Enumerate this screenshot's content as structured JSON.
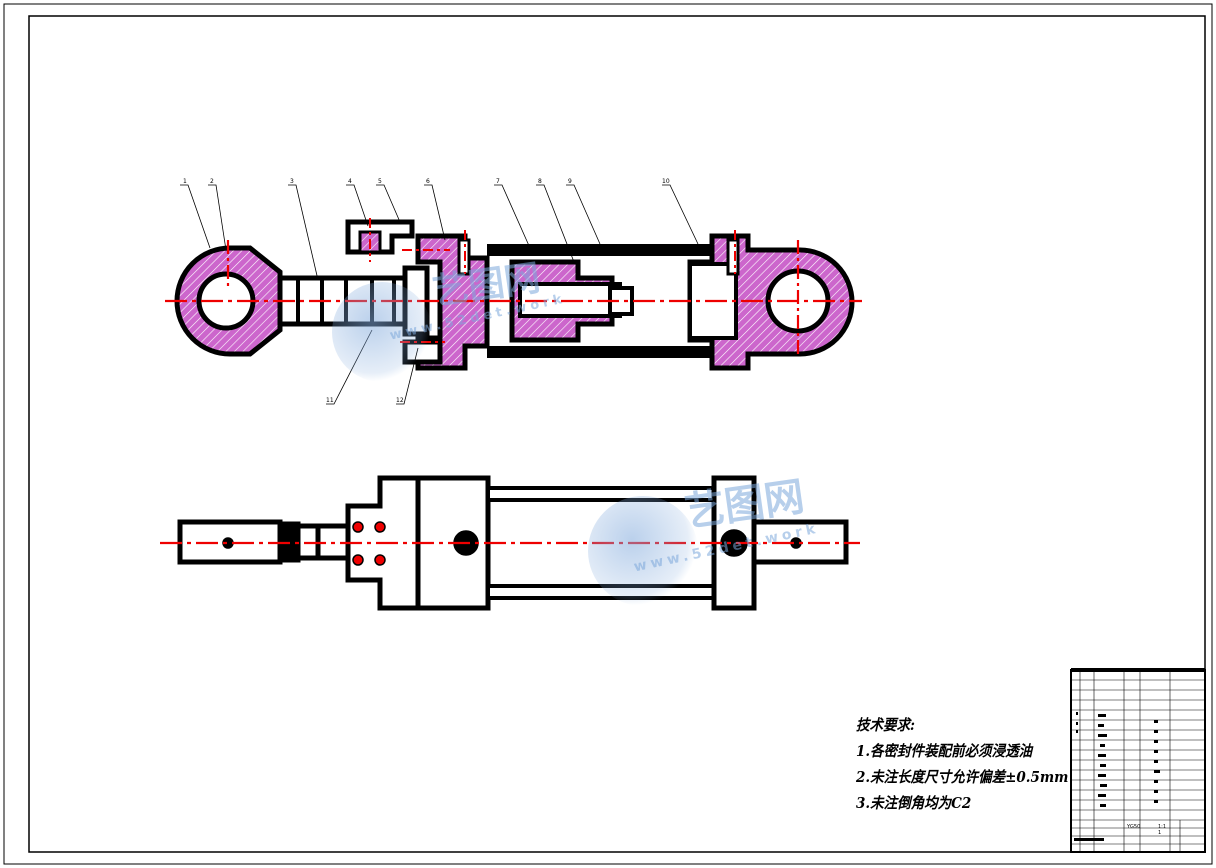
{
  "drawing": {
    "part_labels_top": [
      "1",
      "2",
      "3",
      "4",
      "5",
      "6",
      "7",
      "8",
      "9",
      "10"
    ],
    "part_labels_bottom": [
      "11",
      "12"
    ],
    "colors": {
      "line": "#000000",
      "section_fill": "#cc66cc",
      "centerline": "#ee0000"
    }
  },
  "notes": {
    "heading": "技术要求:",
    "items": [
      "1.各密封件装配前必须浸透油",
      "2.未注长度尺寸允许偏差±0.5mm",
      "3.未注倒角均为C2"
    ]
  },
  "title_block": {
    "scale": "1:1",
    "sheet": "1",
    "drawing_no": "YG50"
  },
  "watermark": {
    "brand": "艺图网",
    "url": "www.52det.work"
  }
}
